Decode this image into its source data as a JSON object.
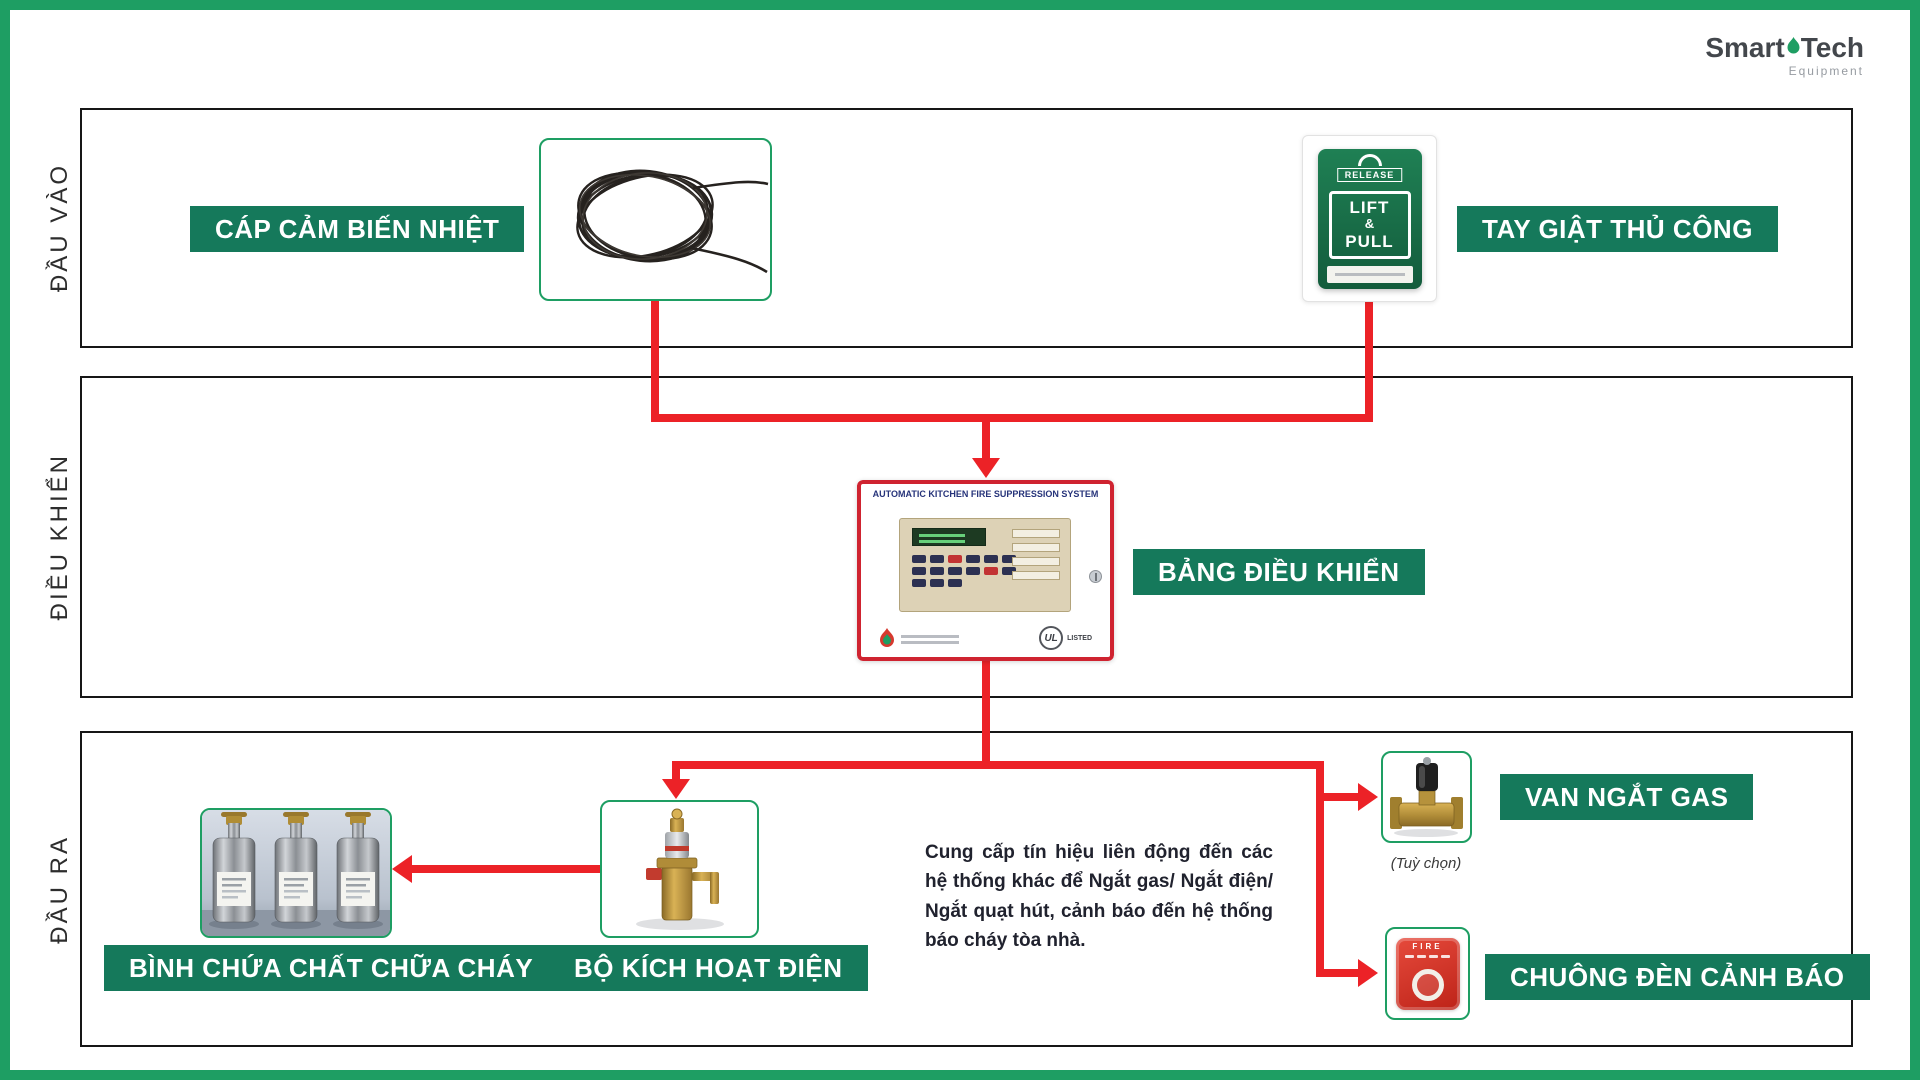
{
  "logo": {
    "brand_smart": "Smart",
    "brand_tech": "Tech",
    "tagline": "Equipment"
  },
  "sections": {
    "input": {
      "label": "ĐẦU VÀO"
    },
    "control": {
      "label": "ĐIỀU KHIỂN"
    },
    "output": {
      "label": "ĐẦU RA"
    }
  },
  "components": {
    "heat_cable": {
      "label": "CÁP CẢM BIẾN NHIỆT"
    },
    "manual_pull": {
      "label": "TAY GIẬT THỦ CÔNG",
      "device": {
        "release": "RELEASE",
        "lift": "LIFT",
        "amp": "&",
        "pull": "PULL"
      }
    },
    "control_panel": {
      "label": "BẢNG ĐIỀU KHIỂN",
      "device": {
        "title": "AUTOMATIC KITCHEN FIRE SUPPRESSION SYSTEM",
        "ul_mark": "UL",
        "ul_text": "LISTED"
      }
    },
    "cylinders": {
      "label": "BÌNH CHỨA CHẤT CHỮA CHÁY"
    },
    "actuator": {
      "label": "BỘ KÍCH HOẠT ĐIỆN"
    },
    "gas_valve": {
      "label": "VAN NGẮT GAS",
      "note": "(Tuỳ chọn)"
    },
    "alarm": {
      "label": "CHUÔNG ĐÈN CẢNH BÁO",
      "device_text": "FIRE"
    }
  },
  "description": "Cung cấp tín hiệu liên động đến các hệ thống khác để Ngắt gas/ Ngắt điện/ Ngắt quạt hút, cảnh báo đến hệ thống báo cháy tòa nhà.",
  "colors": {
    "green": "#1E9E63",
    "teal": "#15795B",
    "red": "#EC2227",
    "ink": "#20222E"
  }
}
